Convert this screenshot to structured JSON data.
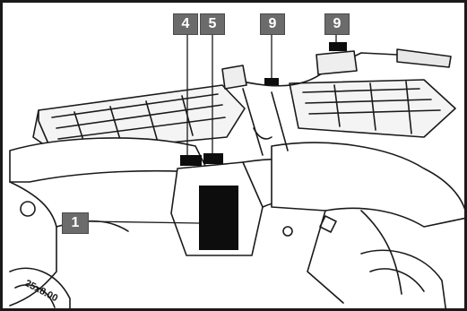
{
  "callouts": [
    {
      "label": "4"
    },
    {
      "label": "5"
    },
    {
      "label": "9"
    },
    {
      "label": "9"
    },
    {
      "label": "1"
    }
  ],
  "side_marking": "25x8.00",
  "colors": {
    "callout_bg": "#6b6b6b",
    "callout_text": "#ffffff",
    "line": "#1a1a1a",
    "decal": "#0d0d0d"
  }
}
